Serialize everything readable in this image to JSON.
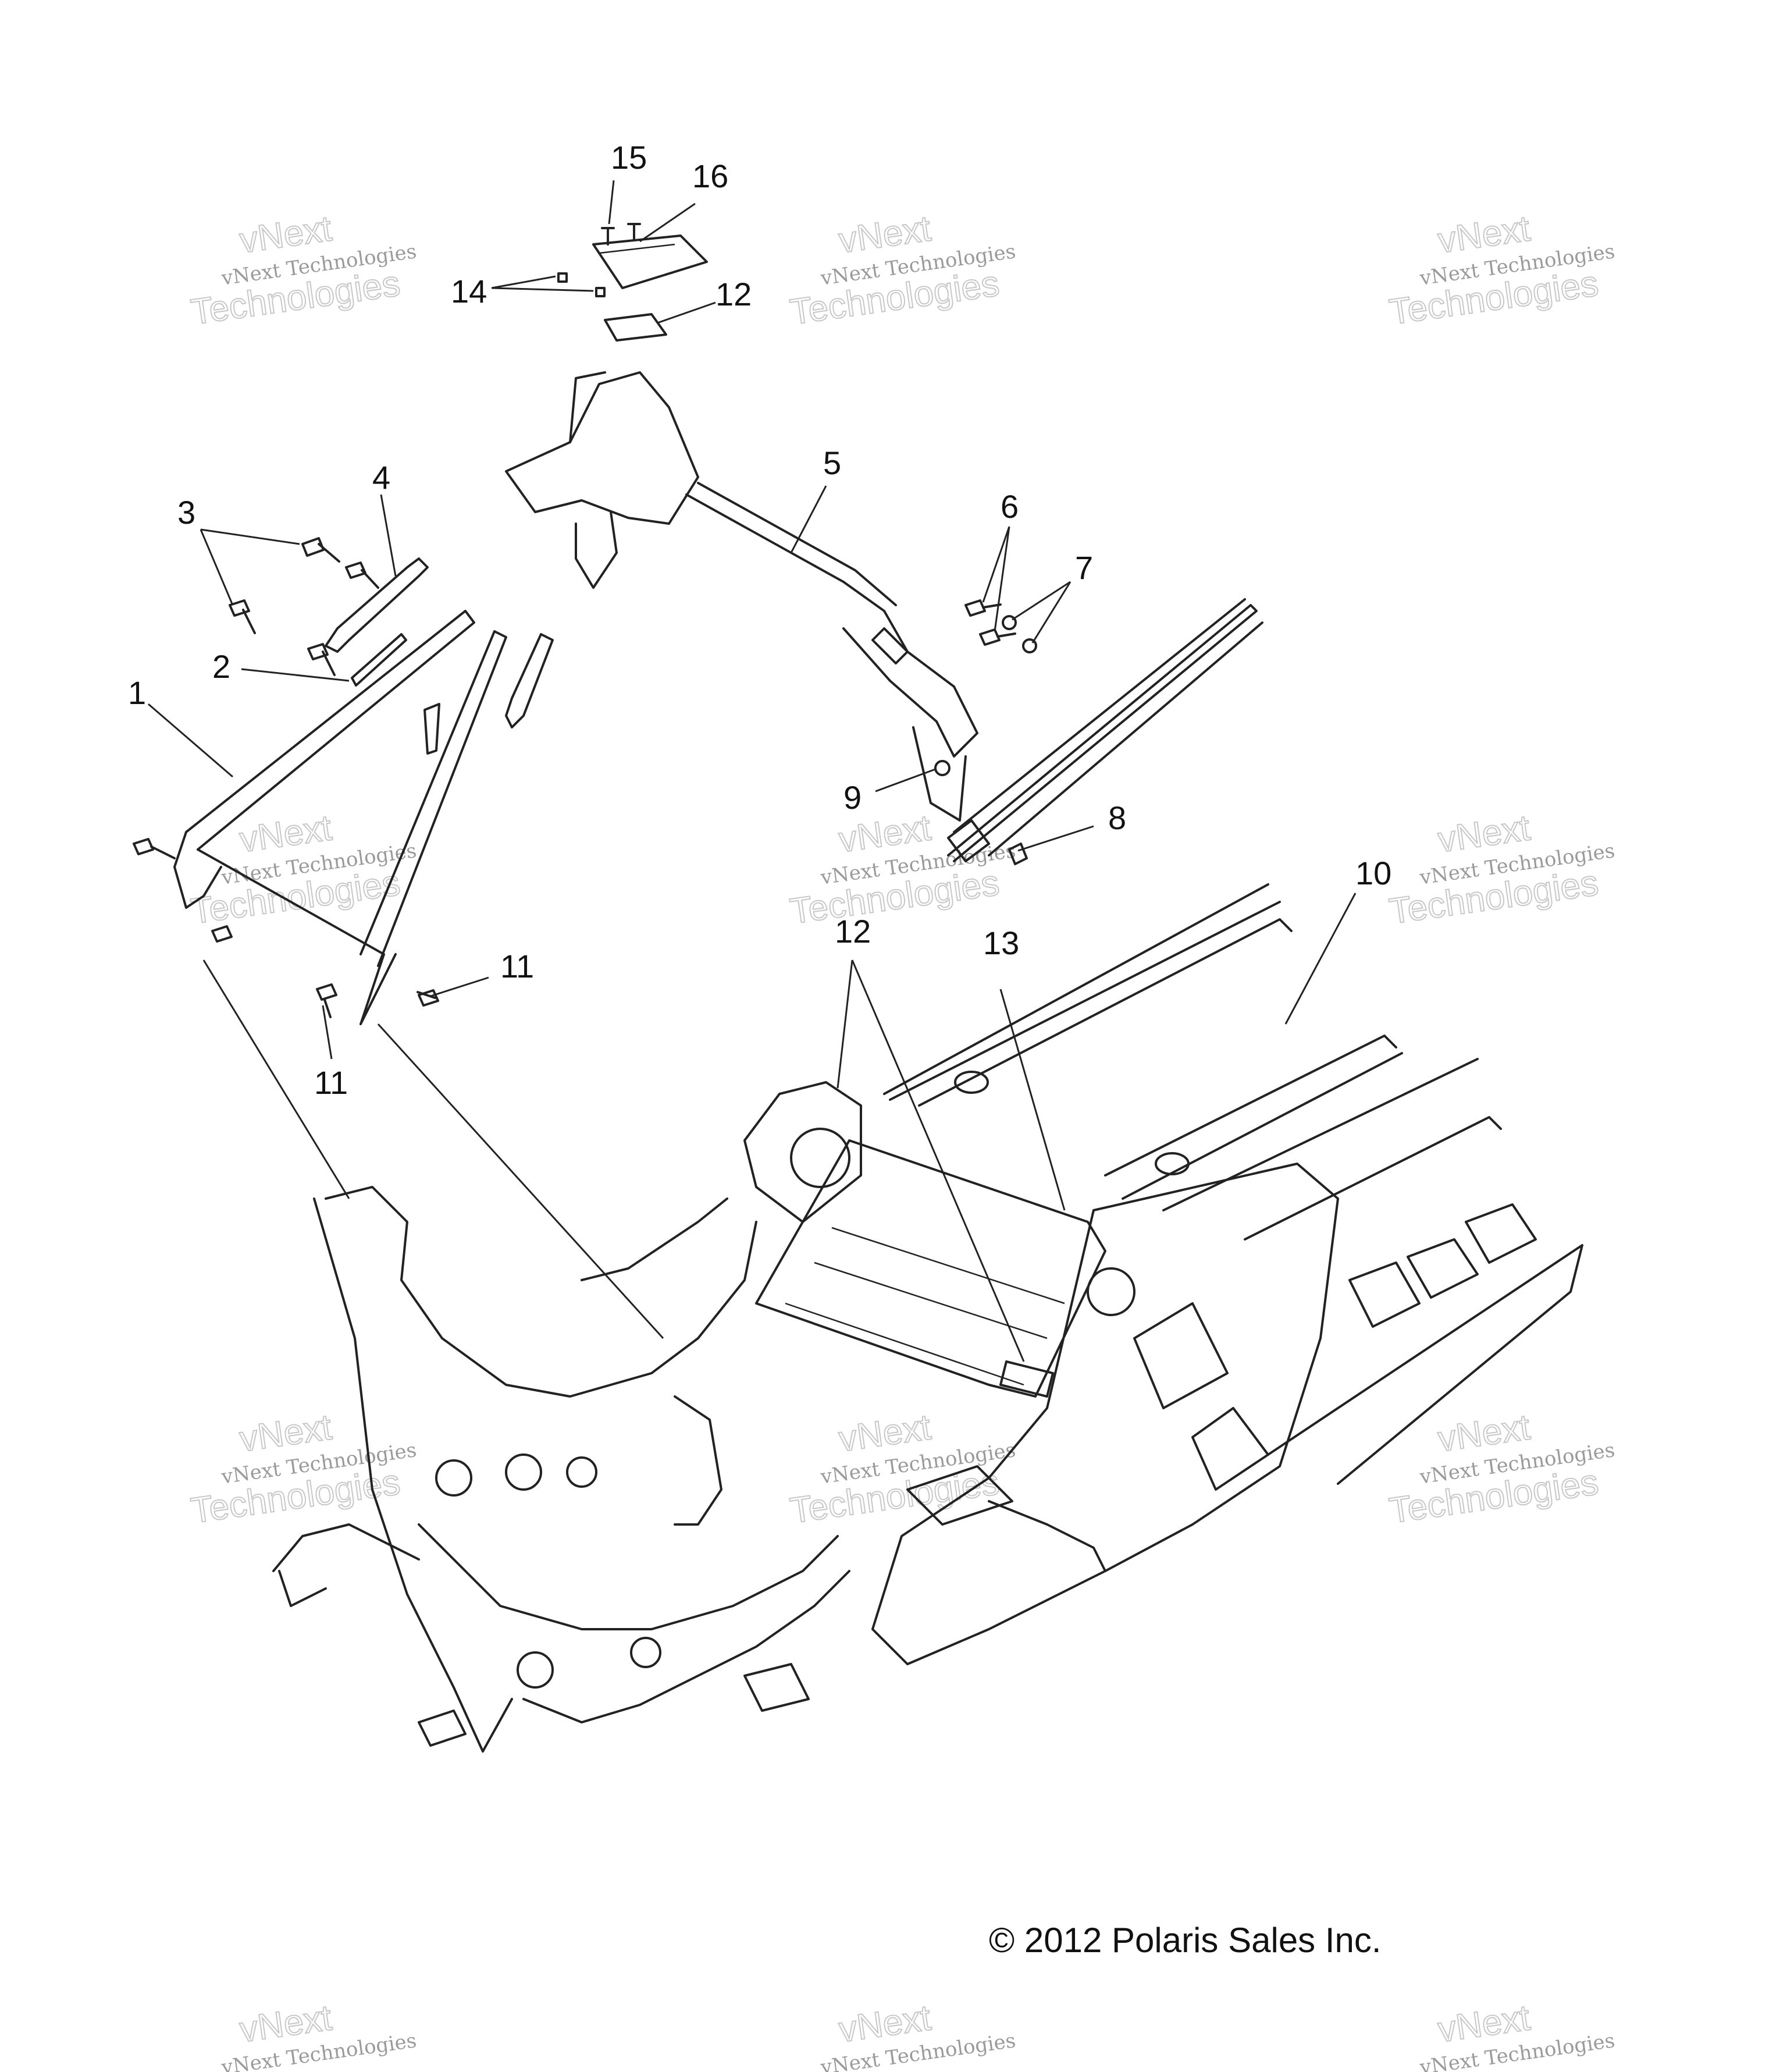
{
  "callouts": [
    {
      "id": "c15",
      "text": "15"
    },
    {
      "id": "c16",
      "text": "16"
    },
    {
      "id": "c14",
      "text": "14"
    },
    {
      "id": "c12a",
      "text": "12"
    },
    {
      "id": "c5",
      "text": "5"
    },
    {
      "id": "c3",
      "text": "3"
    },
    {
      "id": "c4",
      "text": "4"
    },
    {
      "id": "c6",
      "text": "6"
    },
    {
      "id": "c7",
      "text": "7"
    },
    {
      "id": "c2",
      "text": "2"
    },
    {
      "id": "c1",
      "text": "1"
    },
    {
      "id": "c9",
      "text": "9"
    },
    {
      "id": "c8",
      "text": "8"
    },
    {
      "id": "c10",
      "text": "10"
    },
    {
      "id": "c12b",
      "text": "12"
    },
    {
      "id": "c13",
      "text": "13"
    },
    {
      "id": "c11a",
      "text": "11"
    },
    {
      "id": "c11b",
      "text": "11"
    }
  ],
  "watermark": {
    "line1": "vNext",
    "line2": "vNext Technologies",
    "line3": "Technologies"
  },
  "copyright": "© 2012 Polaris Sales Inc."
}
